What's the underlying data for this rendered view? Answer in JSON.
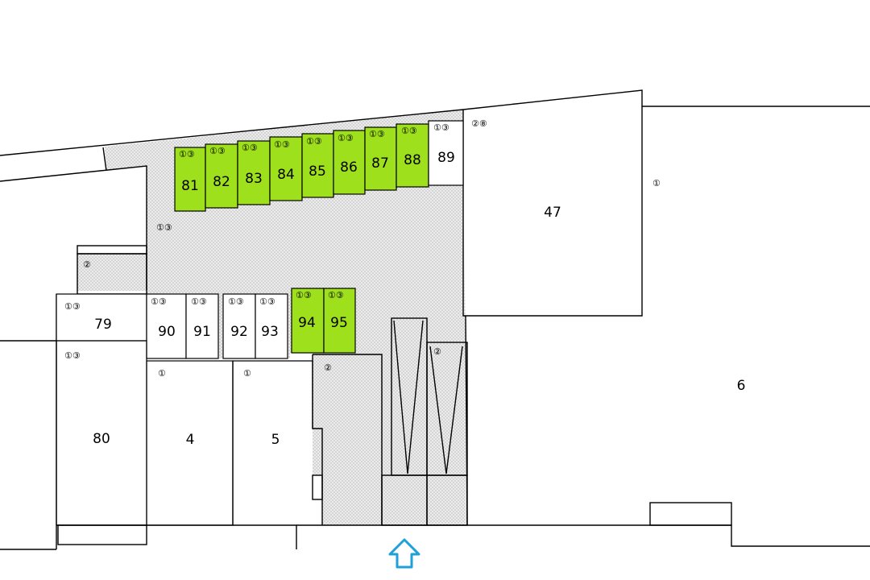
{
  "colors": {
    "highlight": "#9ee01c",
    "shared": "#e6e6e6",
    "entrance": "#1ea0d8"
  },
  "lots": {
    "81": "81",
    "82": "82",
    "83": "83",
    "84": "84",
    "85": "85",
    "86": "86",
    "87": "87",
    "88": "88",
    "89": "89",
    "47": "47",
    "6": "6",
    "79": "79",
    "90": "90",
    "91": "91",
    "92": "92",
    "93": "93",
    "94": "94",
    "95": "95",
    "80": "80",
    "4": "4",
    "5": "5"
  },
  "tags": {
    "t13": "①③",
    "t1": "①",
    "t2": "②",
    "t28": "②⑧"
  },
  "entrance_icon": "arrow-up-icon"
}
